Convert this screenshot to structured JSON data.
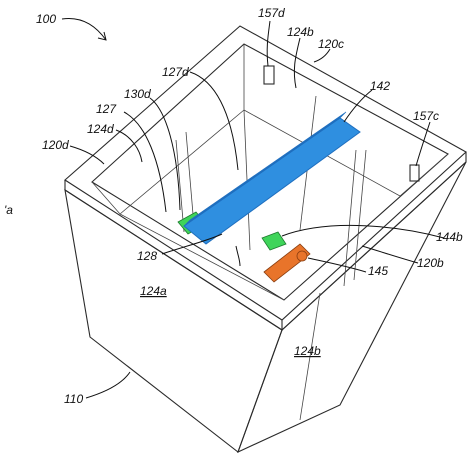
{
  "figure": {
    "colors": {
      "line": "#2a2a2a",
      "blue_bar": "#2f8fe0",
      "blue_bar_dark": "#1f6fbf",
      "green_part": "#3fd45a",
      "orange_part": "#e8742a",
      "background": "#ffffff"
    },
    "labels": {
      "l100": "100",
      "l157d": "157d",
      "l124b_top": "124b",
      "l120c": "120c",
      "l127d": "127d",
      "l142": "142",
      "l130d": "130d",
      "l157c": "157c",
      "l127": "127",
      "l124d": "124d",
      "l120d": "120d",
      "la_edge": "'a",
      "l144b": "144b",
      "l128": "128",
      "l120b": "120b",
      "l145": "145",
      "l124a": "124a",
      "l124b_side": "124b",
      "l110": "110"
    }
  }
}
